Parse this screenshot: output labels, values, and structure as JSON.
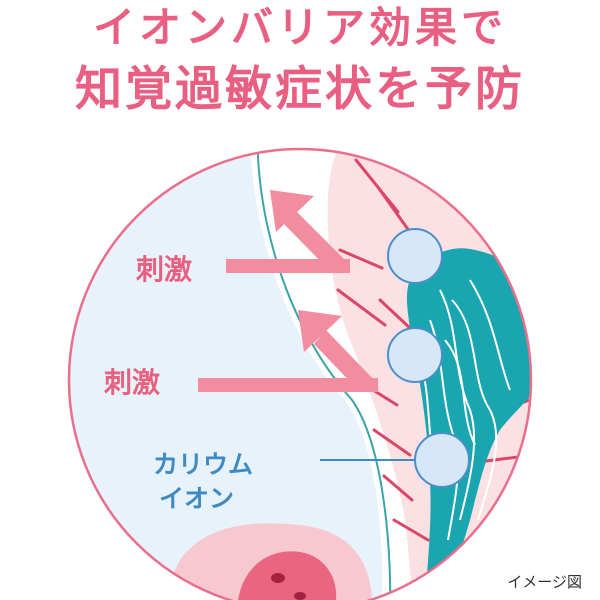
{
  "title": {
    "line1": "イオンバリア効果で",
    "line2": "知覚過敏症状を予防"
  },
  "labels": {
    "stimulus_upper": "刺激",
    "stimulus_lower": "刺激",
    "potassium_line1": "カリウム",
    "potassium_line2": "イオン"
  },
  "caption": "イメージ図",
  "colors": {
    "title": "#e95f82",
    "stimulus_label": "#e8607f",
    "arrow": "#f28da0",
    "potassium_label": "#3d8ac4",
    "ion": "#d6e7f7",
    "ion_border": "#4a8fca",
    "nerve": "#1aa6b0",
    "circle_border": "#ea6f8a",
    "enamel": "#e7f2fb",
    "dentin": "#fbe1e4",
    "tubule": "#dc4668"
  },
  "icons": {
    "ion": "potassium-ion-circle",
    "arrow": "stimulus-arrow"
  }
}
